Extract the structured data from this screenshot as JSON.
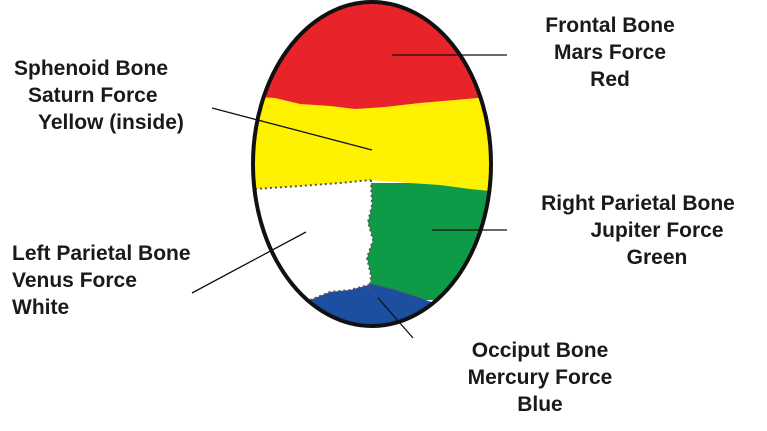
{
  "colors": {
    "frontal": "#e8242a",
    "sphenoid": "#fff200",
    "right_parietal": "#0f9a47",
    "left_parietal": "#ffffff",
    "occiput": "#1c4fa0",
    "outline": "#111111"
  },
  "labels": {
    "frontal": {
      "line1": "Frontal Bone",
      "line2": "Mars Force",
      "line3": "Red"
    },
    "sphenoid": {
      "line1": "Sphenoid Bone",
      "line2": "Saturn Force",
      "line3": "Yellow (inside)"
    },
    "right_parietal": {
      "line1": "Right Parietal Bone",
      "line2": "Jupiter Force",
      "line3": "Green"
    },
    "left_parietal": {
      "line1": "Left Parietal Bone",
      "line2": "Venus Force",
      "line3": "White"
    },
    "occiput": {
      "line1": "Occiput Bone",
      "line2": "Mercury Force",
      "line3": "Blue"
    }
  }
}
